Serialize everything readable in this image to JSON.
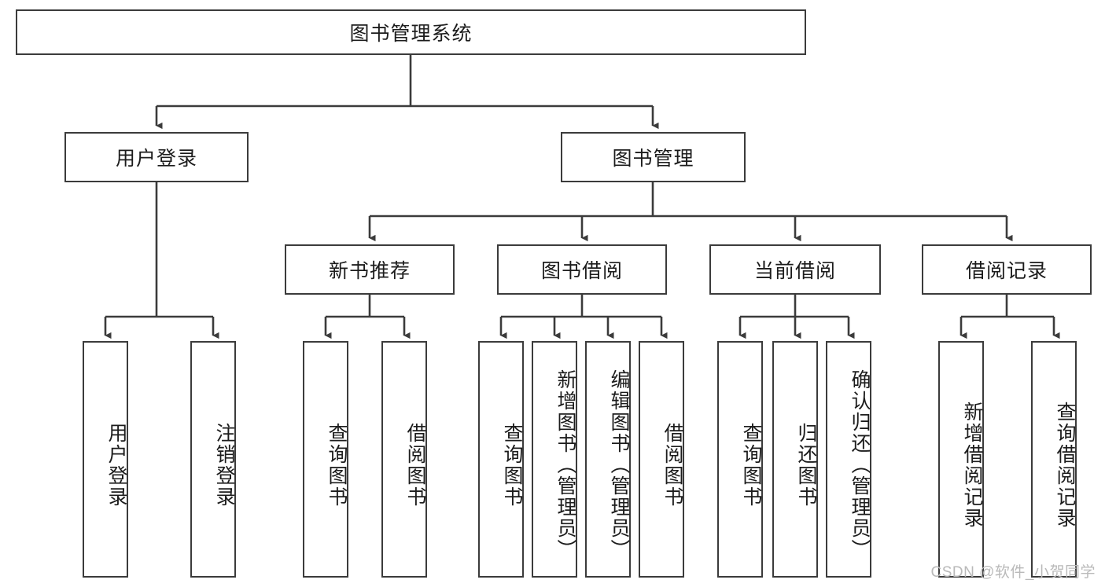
{
  "diagram": {
    "title": "图书管理系统",
    "type": "tree-hierarchy-flowchart",
    "watermark": "CSDN @软件_小贺同学",
    "style": {
      "border_color": "#3b3b3b",
      "fill_color": "#ffffff",
      "text_color": "#1c1c1c",
      "background": "#ffffff",
      "watermark_color": "#b9b9b9"
    },
    "nodes": {
      "root": {
        "label": "图书管理系统"
      },
      "level2": [
        {
          "label": "用户登录"
        },
        {
          "label": "图书管理"
        }
      ],
      "level3": [
        {
          "label": "新书推荐"
        },
        {
          "label": "图书借阅"
        },
        {
          "label": "当前借阅"
        },
        {
          "label": "借阅记录"
        }
      ],
      "leaves": {
        "user_login": [
          {
            "label": "用户登录"
          },
          {
            "label": "注销登录"
          }
        ],
        "new_book_recommend": [
          {
            "label": "查询图书"
          },
          {
            "label": "借阅图书"
          }
        ],
        "book_borrow": [
          {
            "label": "查询图书"
          },
          {
            "label": "新增图书（管理员）"
          },
          {
            "label": "编辑图书（管理员）"
          },
          {
            "label": "借阅图书"
          }
        ],
        "current_borrow": [
          {
            "label": "查询图书"
          },
          {
            "label": "归还图书"
          },
          {
            "label": "确认归还（管理员）"
          }
        ],
        "borrow_record": [
          {
            "label": "新增借阅记录"
          },
          {
            "label": "查询借阅记录"
          }
        ]
      }
    }
  }
}
